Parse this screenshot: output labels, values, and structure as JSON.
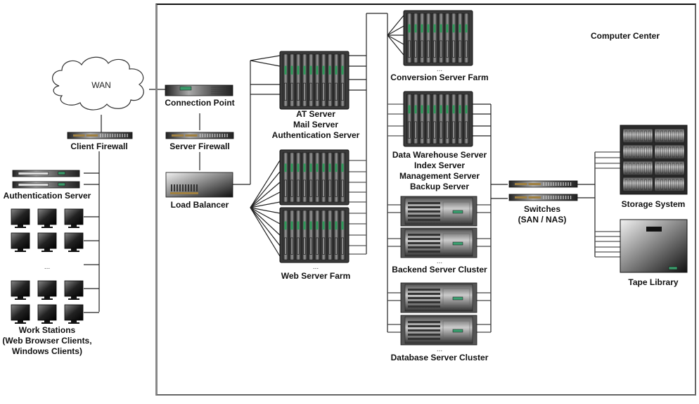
{
  "diagram": {
    "zone_label": "Computer Center",
    "wan": {
      "label": "WAN"
    },
    "client_side": {
      "client_firewall": "Client Firewall",
      "authentication_server": "Authentication Server",
      "work_stations": [
        "Work Stations",
        "(Web Browser Clients,",
        "Windows Clients)"
      ],
      "ellipsis": "..."
    },
    "server_side": {
      "connection_point": "Connection Point",
      "server_firewall": "Server Firewall",
      "load_balancer": "Load Balancer",
      "at_server_group": [
        "AT Server",
        "Mail Server",
        "Authentication Server"
      ],
      "web_server_farm": "Web Server Farm",
      "conversion_server_farm": "Conversion Server Farm",
      "data_warehouse_group": [
        "Data Warehouse Server",
        "Index Server",
        "Management Server",
        "Backup Server"
      ],
      "backend_server_cluster": "Backend Server Cluster",
      "database_server_cluster": "Database Server Cluster",
      "switches": [
        "Switches",
        "(SAN / NAS)"
      ],
      "storage_system": "Storage System",
      "tape_library": "Tape Library",
      "ellipsis": "..."
    }
  }
}
